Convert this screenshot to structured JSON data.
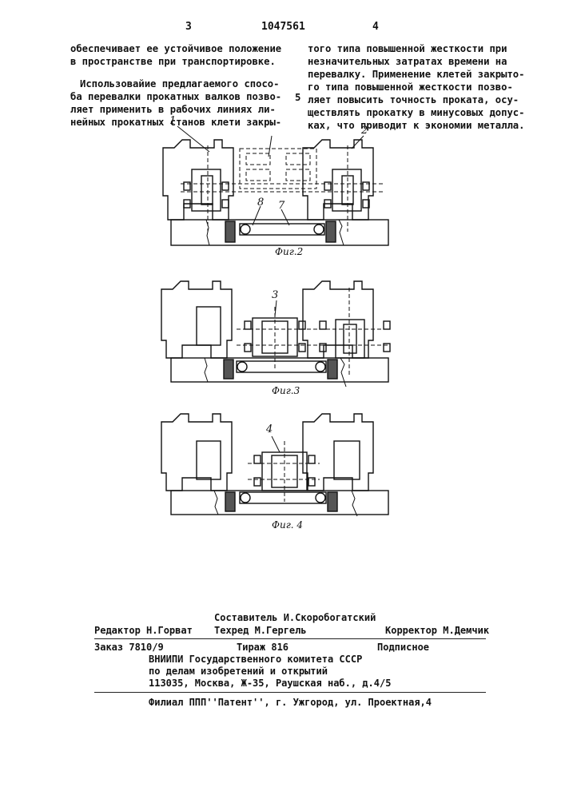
{
  "header": {
    "page_left": "3",
    "doc_number": "1047561",
    "page_right": "4"
  },
  "left_column": [
    "обеспечивает ее устойчивое положение",
    "в пространстве при транспортировке.",
    "",
    "Использовайие предлагаемого спосо-",
    "ба перевалки прокатных валков позво-",
    "ляет применить в рабочих линиях ли-",
    "нейных прокатных станов клети закры-"
  ],
  "right_column": [
    "того типа повышенной жесткости при",
    "незначительных затратах времени на",
    "перевалку. Применение клетей закрыто-",
    "го типа повышенной жесткости позво-",
    "ляет повысить точность проката, осу-",
    "ществлять прокатку в минусовых допус-",
    "ках, что приводит к экономии металла."
  ],
  "line_marker": "5",
  "figures": [
    {
      "caption": "Фиг.2",
      "labels": [
        "1",
        "2",
        "8",
        "7"
      ]
    },
    {
      "caption": "Фиг.3",
      "labels": [
        "3"
      ]
    },
    {
      "caption": "Фиг. 4",
      "labels": [
        "4"
      ]
    }
  ],
  "footer": {
    "editor": "Редактор Н.Горват",
    "compiler": "Составитель И.Скоробогатский",
    "techred": "Техред М.Гергель",
    "corrector": "Корректор М.Демчик",
    "order": "Заказ 7810/9",
    "circulation": "Тираж 816",
    "subscription": "Подписное",
    "org1": "ВНИИПИ Государственного комитета СССР",
    "org2": "по делам изобретений и открытий",
    "address": "113035, Москва, Ж-35, Раушская наб., д.4/5",
    "branch": "Филиал ППП''Патент'', г. Ужгород, ул. Проектная,4"
  }
}
